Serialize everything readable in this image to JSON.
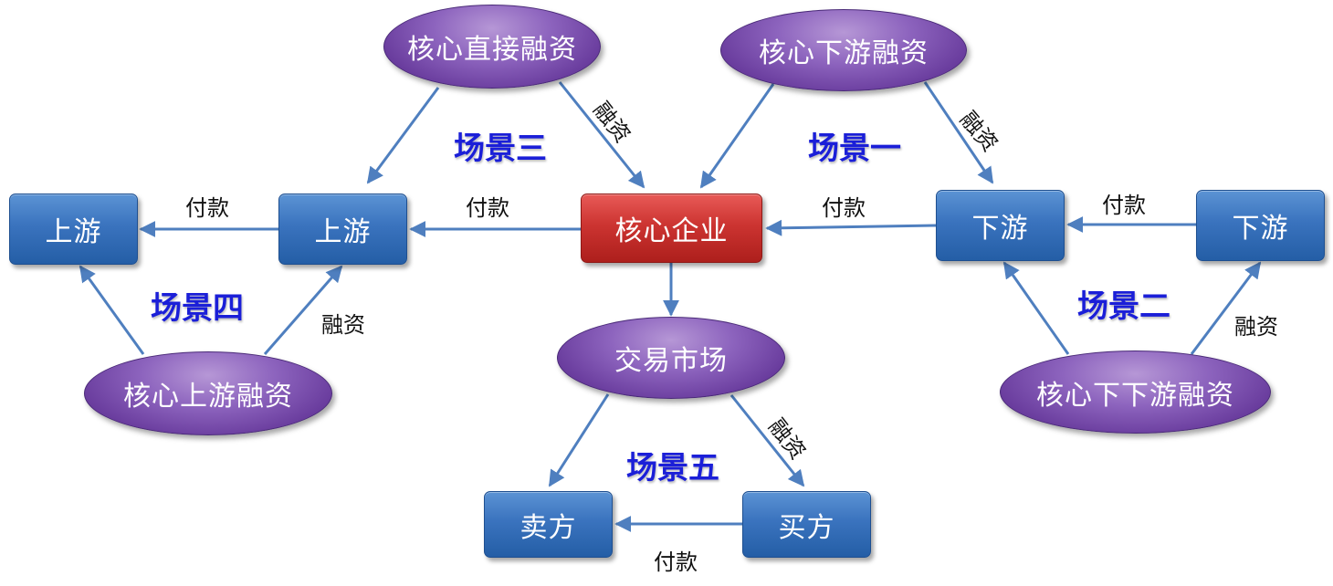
{
  "nodes": {
    "upstream_far": "上游",
    "upstream_near": "上游",
    "core": "核心企业",
    "downstream_near": "下游",
    "downstream_far": "下游",
    "seller": "卖方",
    "buyer": "买方",
    "core_direct": "核心直接融资",
    "core_downstream": "核心下游融资",
    "core_upstream": "核心上游融资",
    "core_down_down": "核心下下游融资",
    "market": "交易市场"
  },
  "edge_labels": {
    "pay_upstream_far": "付款",
    "pay_upstream_near": "付款",
    "pay_downstream_near": "付款",
    "pay_downstream_far": "付款",
    "pay_buyer_seller": "付款",
    "fin_direct": "融资",
    "fin_downstream": "融资",
    "fin_upstream": "融资",
    "fin_down_down": "融资",
    "fin_market": "融资"
  },
  "scenes": {
    "one": "场景一",
    "two": "场景二",
    "three": "场景三",
    "four": "场景四",
    "five": "场景五"
  },
  "colors": {
    "box_blue": "#3a73be",
    "box_red": "#cc3431",
    "ellipse_purple": "#8d64be",
    "arrow": "#4f7fbf",
    "scene_text": "#1b1fd8"
  }
}
